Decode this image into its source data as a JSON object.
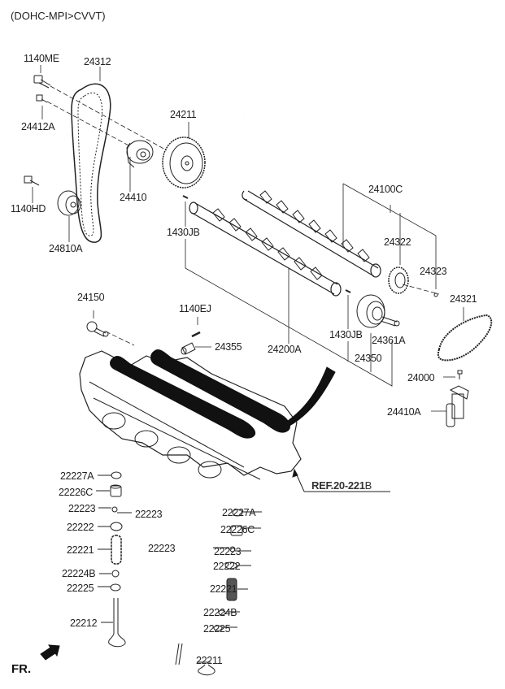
{
  "title": "(DOHC-MPI>CVVT)",
  "reference": {
    "bold": "REF.20-221",
    "suffix": "B"
  },
  "front_indicator": "FR.",
  "parts": {
    "p1140ME": "1140ME",
    "p24312": "24312",
    "p24412A": "24412A",
    "p24211": "24211",
    "p24410": "24410",
    "p1140HD": "1140HD",
    "p24810A": "24810A",
    "p24100C": "24100C",
    "p1430JB_a": "1430JB",
    "p24322": "24322",
    "p24323": "24323",
    "p24321": "24321",
    "p24150": "24150",
    "p1140EJ": "1140EJ",
    "p24355": "24355",
    "p24200A": "24200A",
    "p1430JB_b": "1430JB",
    "p24361A": "24361A",
    "p24350": "24350",
    "p24000": "24000",
    "p24410A": "24410A",
    "p22227A_l": "22227A",
    "p22226C_l": "22226C",
    "p22223_l1": "22223",
    "p22223_l2": "22223",
    "p22222_l": "22222",
    "p22221_l": "22221",
    "p22224B_l": "22224B",
    "p22225_l": "22225",
    "p22212": "22212",
    "p22227A_r": "22227A",
    "p22226C_r": "22226C",
    "p22223_r1": "22223",
    "p22223_r2": "22223",
    "p22222_r": "22222",
    "p22221_r": "22221",
    "p22224B_r": "22224B",
    "p22225_r": "22225",
    "p22211": "22211"
  }
}
